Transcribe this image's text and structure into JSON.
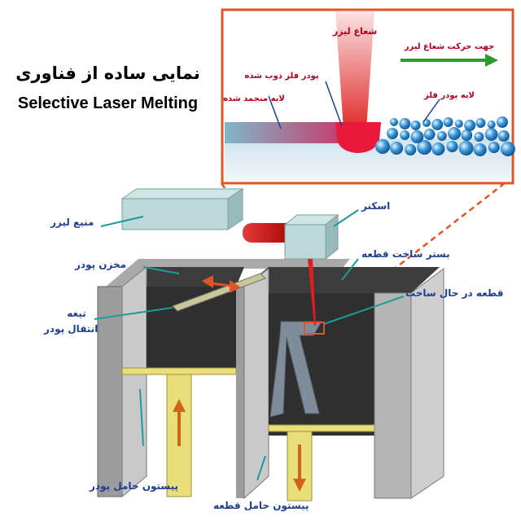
{
  "title": {
    "fa": "نمایی ساده از فناوری",
    "en": "Selective Laser Melting"
  },
  "inset": {
    "laser_beam": "شعاع لیزر",
    "direction": "جهت حرکت شعاع لیزر",
    "melted_powder": "پودر فلز ذوب شده",
    "solidified_layer": "لایه منجمد شده",
    "powder_layer": "لایه پودر فلز"
  },
  "labels": {
    "laser_source": "منبع لیزر",
    "scanner": "اسکنر",
    "build_bed": "بستر ساخت قطعه",
    "powder_reservoir": "مخزن پودر",
    "part_in_progress": "قطعه در حال ساخت",
    "blade_line1": "تیغه",
    "blade_line2": "انتقال پودر",
    "powder_piston": "پیستون حامل پودر",
    "part_piston": "پیستون حامل قطعه"
  },
  "colors": {
    "inset_border": "#e0542a",
    "laser": "#d81b1b",
    "label_blue": "#1f3f8f",
    "label_red": "#b00020",
    "piston": "#e8df7a",
    "powder_bed": "#3a3a3a",
    "wall": "#a8a8a8",
    "leader": "#1e9a9a"
  }
}
